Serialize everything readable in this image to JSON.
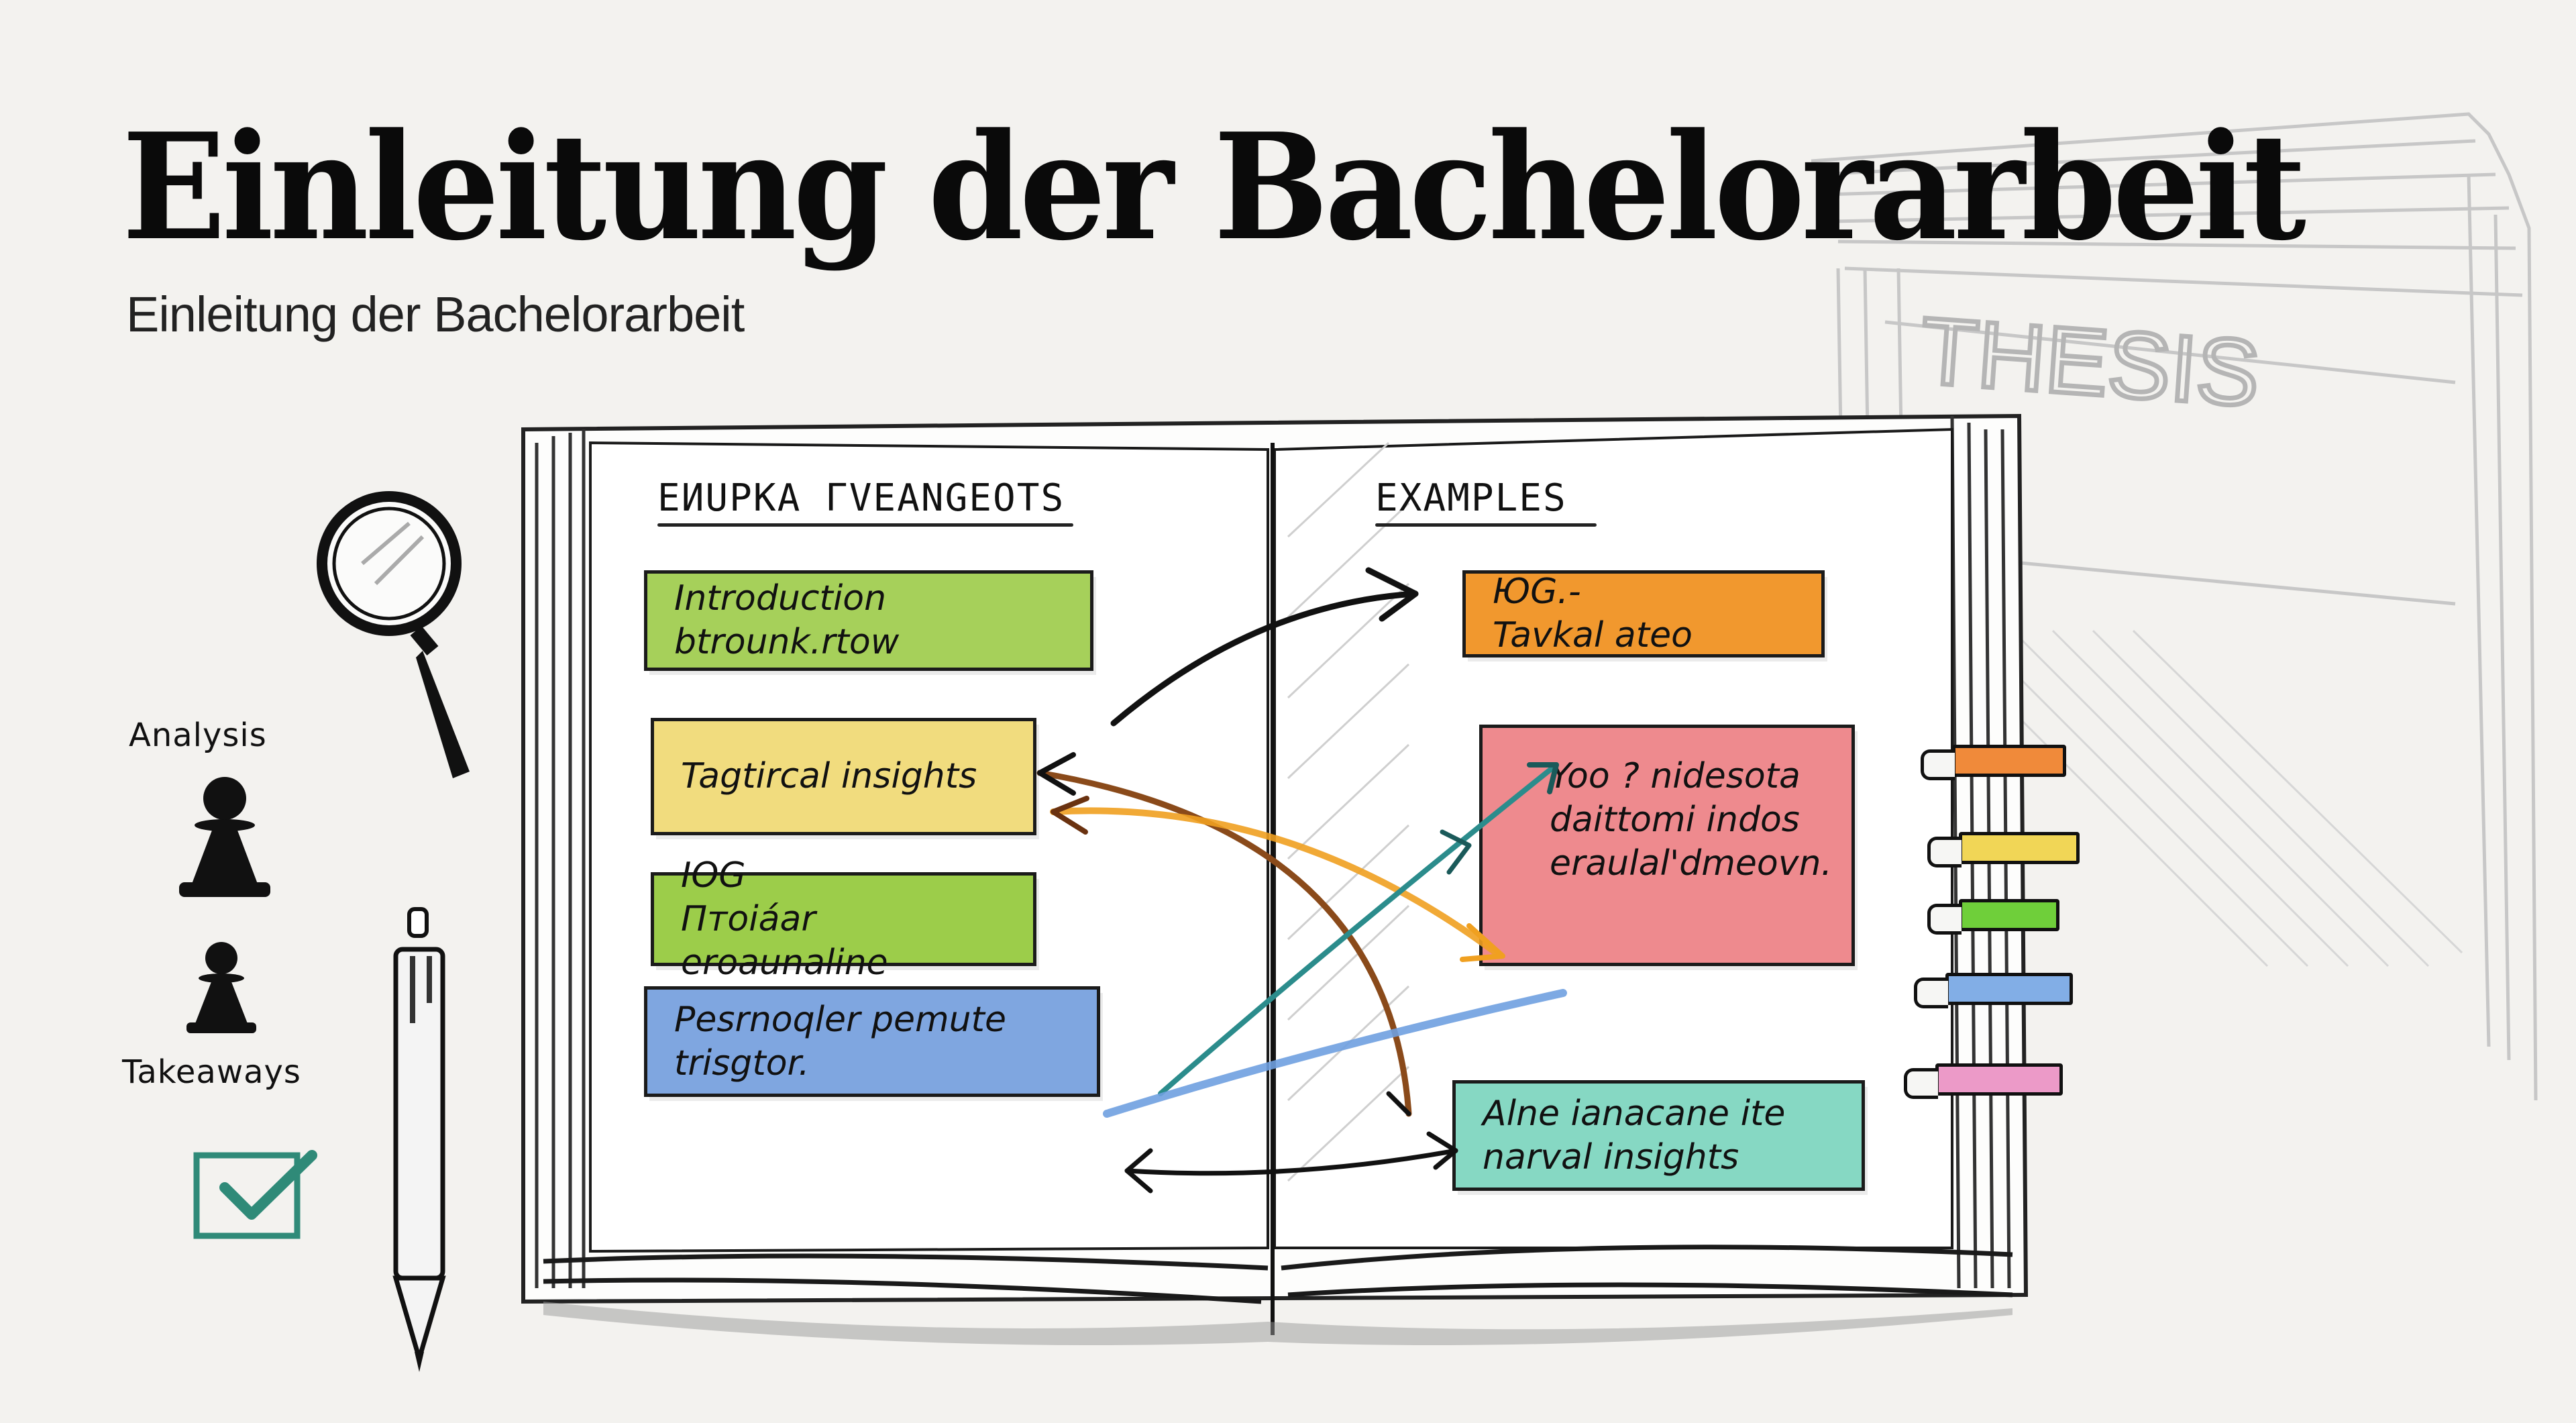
{
  "header": {
    "title": "Einleitung der Bachelorarbeit",
    "subtitle": "Einleitung der Bachelorarbeit"
  },
  "background_book": {
    "cover_text": "THESIS"
  },
  "sidebar": {
    "labels": [
      {
        "text": "Analysis",
        "icon": "pawn-icon"
      },
      {
        "text": "Takeaways",
        "icon": "pawn-icon"
      }
    ],
    "icons": [
      "magnifying-glass-icon",
      "pen-icon",
      "checkbox-check-icon"
    ]
  },
  "notebook": {
    "left_page": {
      "heading": "EИUPKA ГVEANGEOTS",
      "notes": [
        {
          "lines": [
            "Introduction btrounk.rtow"
          ],
          "color": "#a6d05a"
        },
        {
          "lines": [
            "Tagtircal insights"
          ],
          "color": "#f1dc7e"
        },
        {
          "lines": [
            "IOG",
            "Птoiáar eroaunaline"
          ],
          "color": "#9ccd4a"
        },
        {
          "lines": [
            "Pesrnoqler pemute trisgtor."
          ],
          "color": "#7fa6e0"
        }
      ]
    },
    "right_page": {
      "heading": "EXAMPLES",
      "notes": [
        {
          "lines": [
            "ЮG.-",
            "Tavkal ateo"
          ],
          "color": "#f1982e"
        },
        {
          "lines": [
            "Yoo ? nidesota",
            "daittomi indos",
            "eraulal'dmeovn."
          ],
          "color": "#ee8a8e"
        },
        {
          "lines": [
            "Alne ianacane ite",
            "narval insights"
          ],
          "color": "#86d8c3"
        }
      ]
    },
    "tabs": [
      {
        "color": "#f08a3a"
      },
      {
        "color": "#f1d656"
      },
      {
        "color": "#6fcf3a"
      },
      {
        "color": "#82aee6"
      },
      {
        "color": "#ec9ac8"
      }
    ]
  },
  "colors": {
    "background": "#f3f2ef",
    "ink": "#111111",
    "arrow_black": "#111111",
    "arrow_brown": "#8a4a1a",
    "arrow_orange": "#f0a020",
    "arrow_teal": "#2b8c8c",
    "arrow_blue": "#6fa0e0",
    "check_green": "#2f8a78"
  }
}
